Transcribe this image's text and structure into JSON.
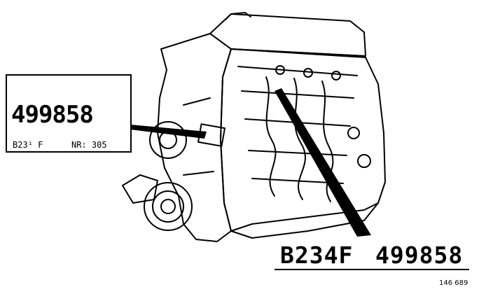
{
  "label_plate": {
    "engine_number": "499858",
    "model_code": "B23¹ F",
    "serial_text": "NR: 305"
  },
  "block_stamp": {
    "engine_type": "B234F",
    "engine_number": "499858"
  },
  "figure_ref": "146 689"
}
